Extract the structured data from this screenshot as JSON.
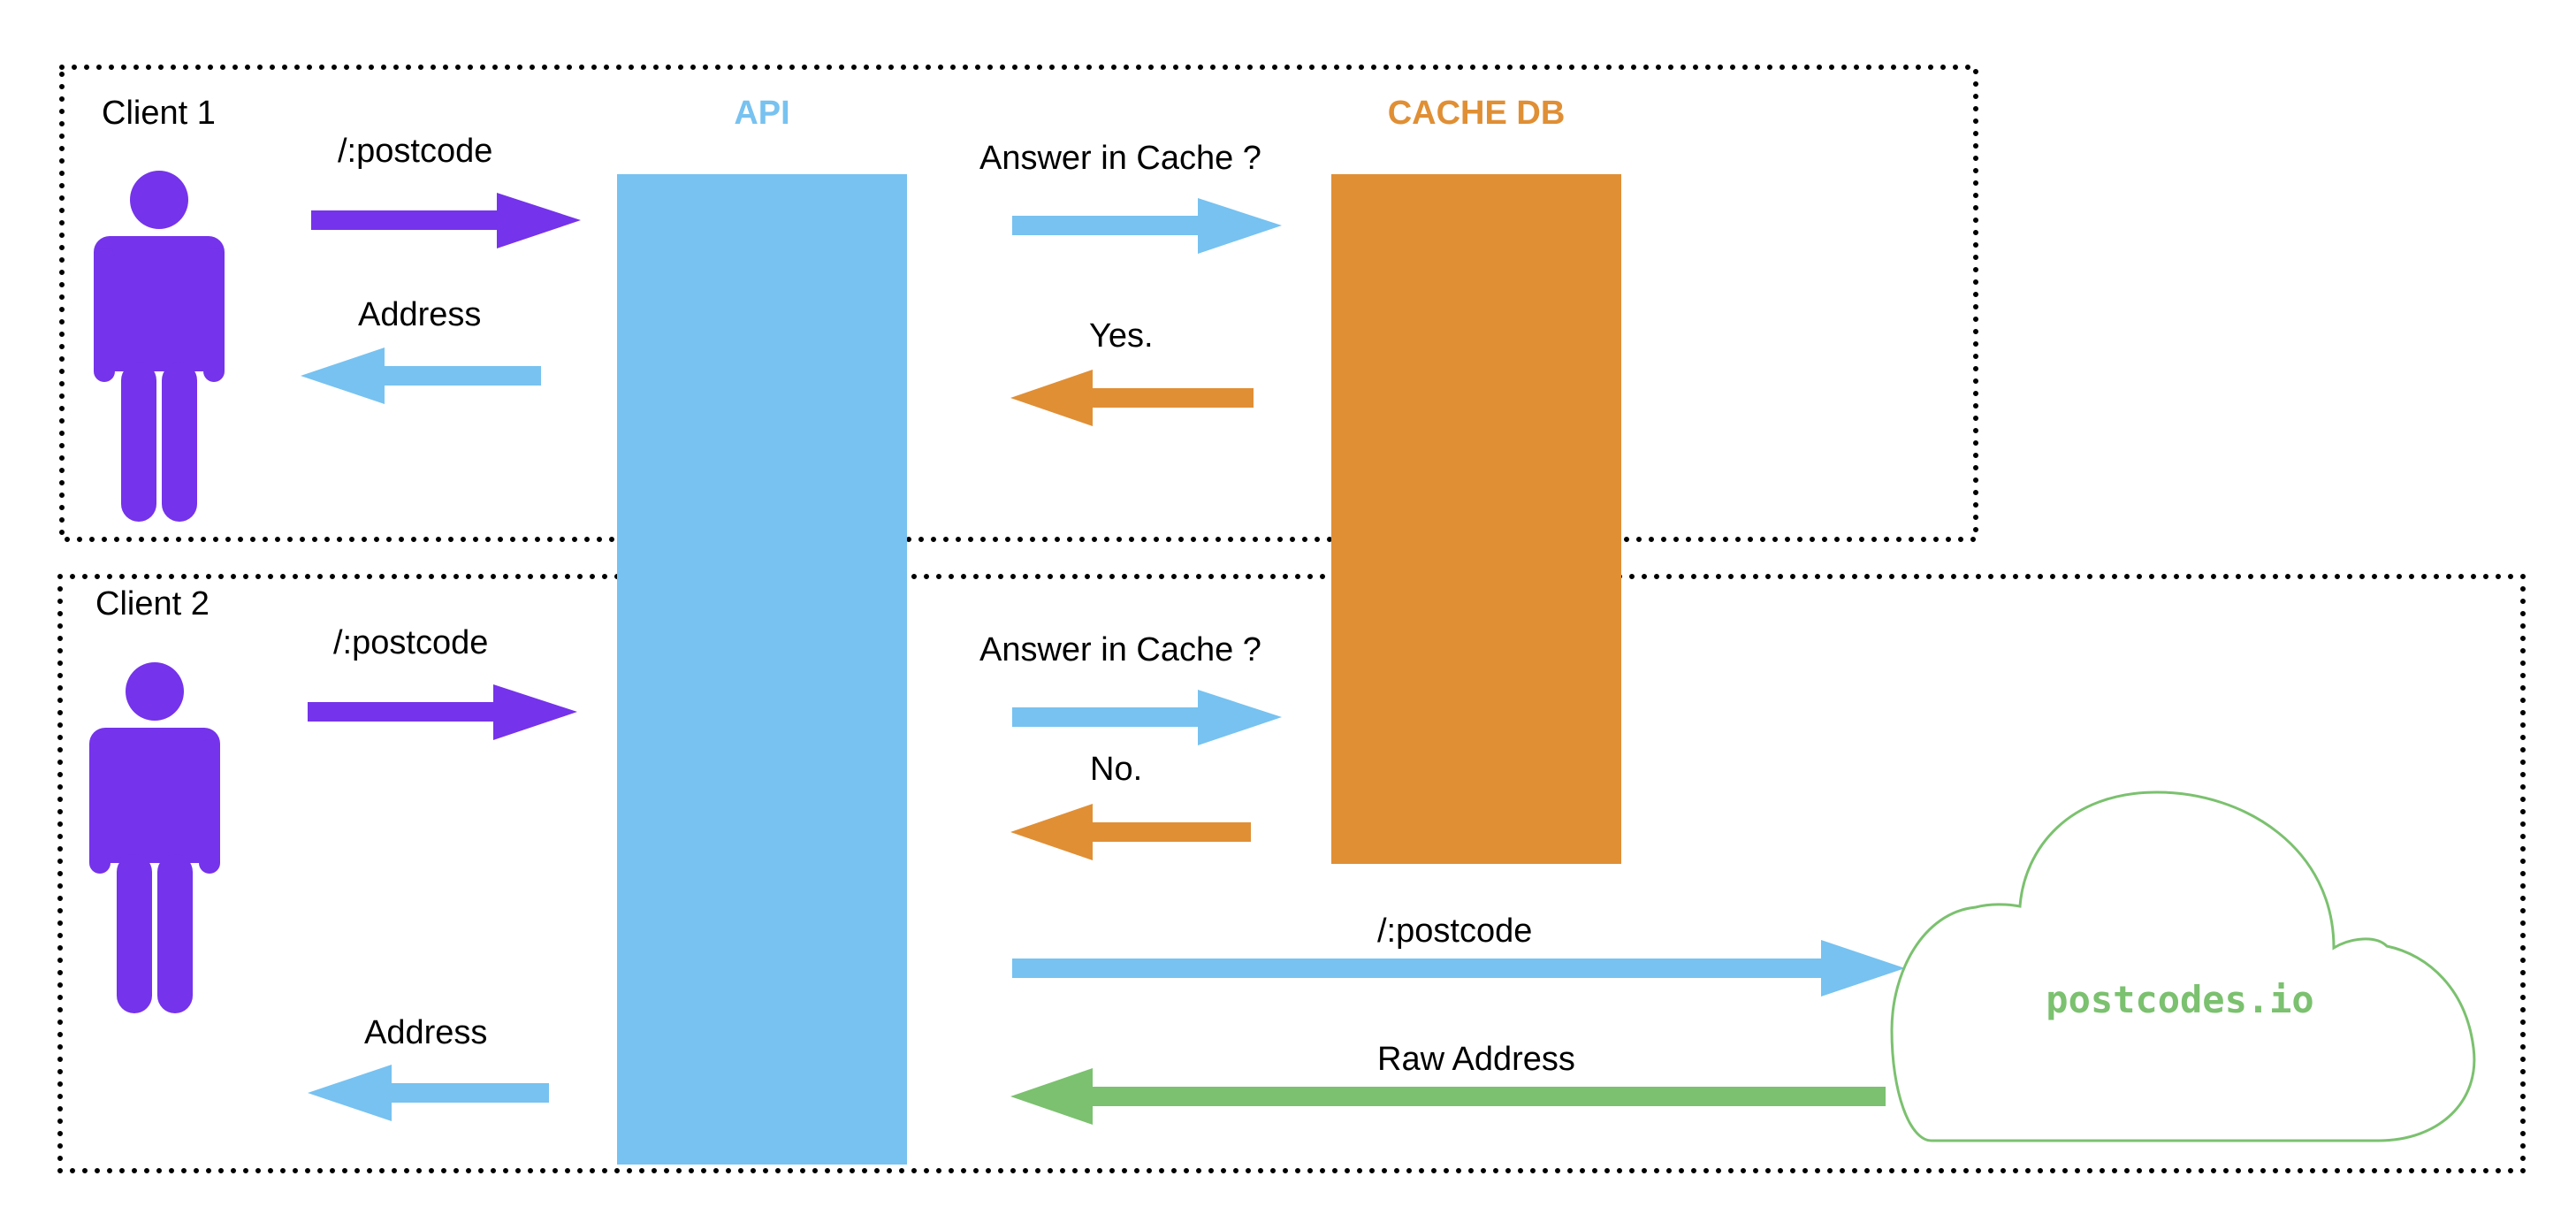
{
  "colors": {
    "client": "#7533eb",
    "api": "#77c2f0",
    "cache": "#e08f35",
    "external": "#7bc16f",
    "border": "#000000"
  },
  "client1": {
    "title": "Client 1",
    "request_label": "/:postcode",
    "response_label": "Address",
    "cache_query_label": "Answer in Cache ?",
    "cache_answer_label": "Yes."
  },
  "client2": {
    "title": "Client 2",
    "request_label": "/:postcode",
    "response_label": "Address",
    "cache_query_label": "Answer in Cache ?",
    "cache_answer_label": "No.",
    "external_request_label": "/:postcode",
    "external_response_label": "Raw Address"
  },
  "components": {
    "api_title": "API",
    "cache_title": "CACHE DB",
    "external_service": "postcodes.io"
  },
  "icons": {
    "client": "person-icon",
    "external": "cloud-icon"
  }
}
